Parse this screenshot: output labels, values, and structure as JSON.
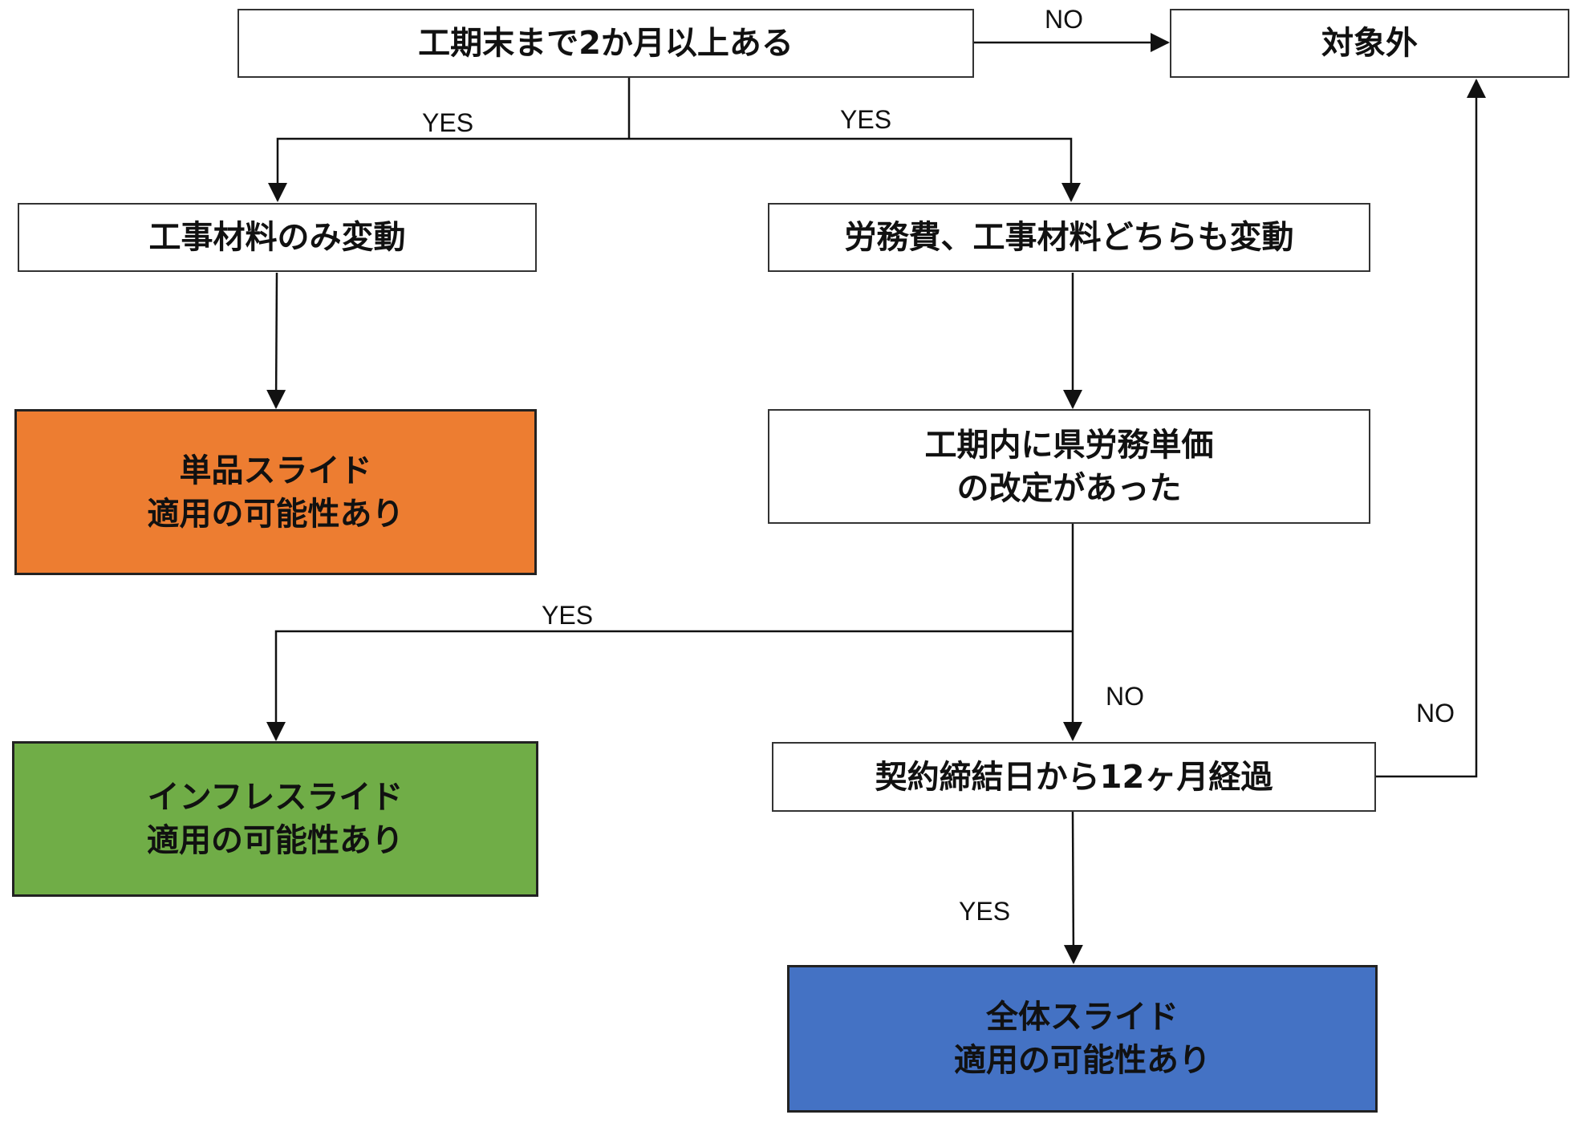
{
  "nodes": {
    "start": {
      "label": "工期末まで2か月以上ある"
    },
    "out_of_scope": {
      "label": "対象外"
    },
    "material_only": {
      "label": "工事材料のみ変動"
    },
    "both_change": {
      "label": "労務費、工事材料どちらも変動"
    },
    "single_slide": {
      "line1": "単品スライド",
      "line2": "適用の可能性あり",
      "color": "#ed7d31"
    },
    "price_revision": {
      "line1": "工期内に県労務単価",
      "line2": "の改定があった"
    },
    "inflation_slide": {
      "line1": "インフレスライド",
      "line2": "適用の可能性あり",
      "color": "#70ad47"
    },
    "contract_12m": {
      "label": "契約締結日から12ヶ月経過"
    },
    "full_slide": {
      "line1": "全体スライド",
      "line2": "適用の可能性あり",
      "color": "#4472c4"
    }
  },
  "edge_labels": {
    "start_to_out": "NO",
    "start_to_material": "YES",
    "start_to_both": "YES",
    "revision_to_inflation": "YES",
    "revision_to_contract": "NO",
    "contract_to_out": "NO",
    "contract_to_full": "YES"
  }
}
